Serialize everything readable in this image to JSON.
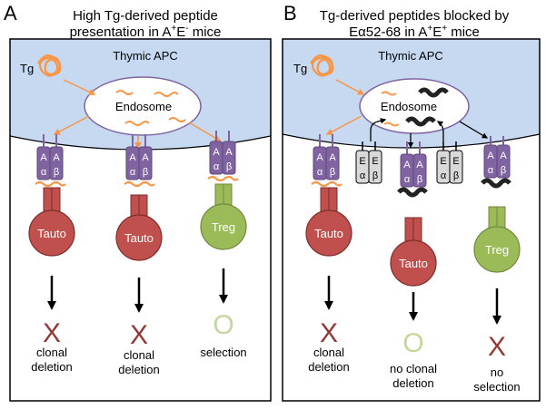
{
  "panelA": {
    "letter": "A",
    "title_line1": "High Tg-derived peptide",
    "title_line2_pre": "presentation in A",
    "title_line2_sup1": "+",
    "title_line2_mid": "E",
    "title_line2_sup2": "-",
    "title_line2_post": " mice",
    "apc_label": "Thymic APC",
    "tg_label": "Tg",
    "endosome_label": "Endosome",
    "mhc_left": "A",
    "mhc_right": "A",
    "mhc_alpha": "α",
    "mhc_beta": "β",
    "cell1_label": "Tauto",
    "cell2_label": "Tauto",
    "cell3_label": "Treg",
    "outcome1_symbol": "X",
    "outcome2_symbol": "X",
    "outcome3_symbol": "O",
    "outcome1_line1": "clonal",
    "outcome1_line2": "deletion",
    "outcome2_line1": "clonal",
    "outcome2_line2": "deletion",
    "outcome3_line1": "selection"
  },
  "panelB": {
    "letter": "B",
    "title_line1": "Tg-derived peptides blocked by",
    "title_line2_pre": "Eα52-68 in A",
    "title_line2_sup1": "+",
    "title_line2_mid": "E",
    "title_line2_sup2": "+",
    "title_line2_post": " mice",
    "apc_label": "Thymic APC",
    "tg_label": "Tg",
    "endosome_label": "Endosome",
    "mhc_a": "A",
    "mhc_e": "E",
    "mhc_alpha": "α",
    "mhc_beta": "β",
    "cell1_label": "Tauto",
    "cell2_label": "Tauto",
    "cell3_label": "Treg",
    "outcome1_symbol": "X",
    "outcome2_symbol": "O",
    "outcome3_symbol": "X",
    "outcome1_line1": "clonal",
    "outcome1_line2": "deletion",
    "outcome2_line1": "no clonal",
    "outcome2_line2": "deletion",
    "outcome3_line1": "no",
    "outcome3_line2": "selection"
  },
  "colors": {
    "apc_fill": "#c6d9f1",
    "border": "#000000",
    "mhc_a_fill": "#8064a2",
    "mhc_e_fill": "#d9d9d9",
    "peptide_orange": "#f79646",
    "tauto_fill": "#c0504d",
    "treg_fill": "#9bbb59",
    "x_color": "#953735",
    "o_color": "#c3d69b"
  }
}
